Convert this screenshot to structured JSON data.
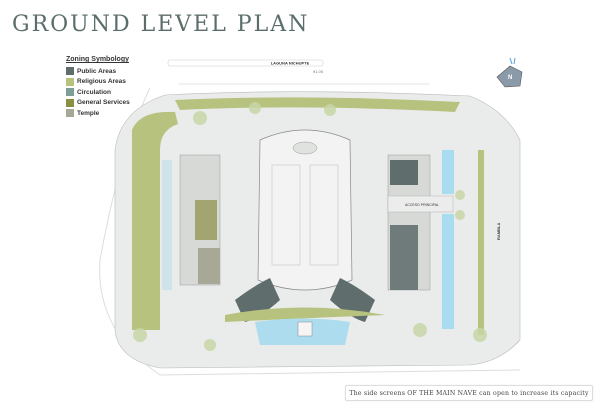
{
  "title": "GROUND LEVEL PLAN",
  "legend": {
    "heading": "Zoning Symbology",
    "items": [
      {
        "label": "Public Areas",
        "color": "#5f6d6d"
      },
      {
        "label": "Religious Areas",
        "color": "#b7c27f"
      },
      {
        "label": "Circulation",
        "color": "#7f9e98"
      },
      {
        "label": "General Services",
        "color": "#8b8f44"
      },
      {
        "label": "Temple",
        "color": "#a7a895"
      }
    ]
  },
  "plan": {
    "street_label": "LAGUNA NICHUPTE",
    "main_access_label": "ACCESO PRINCIPAL",
    "rambla_label": "RAMBLA",
    "north_label": "N",
    "total_dimension": "91.05"
  },
  "caption": "The side screens OF THE MAIN NAVE can open to increase its capacity"
}
